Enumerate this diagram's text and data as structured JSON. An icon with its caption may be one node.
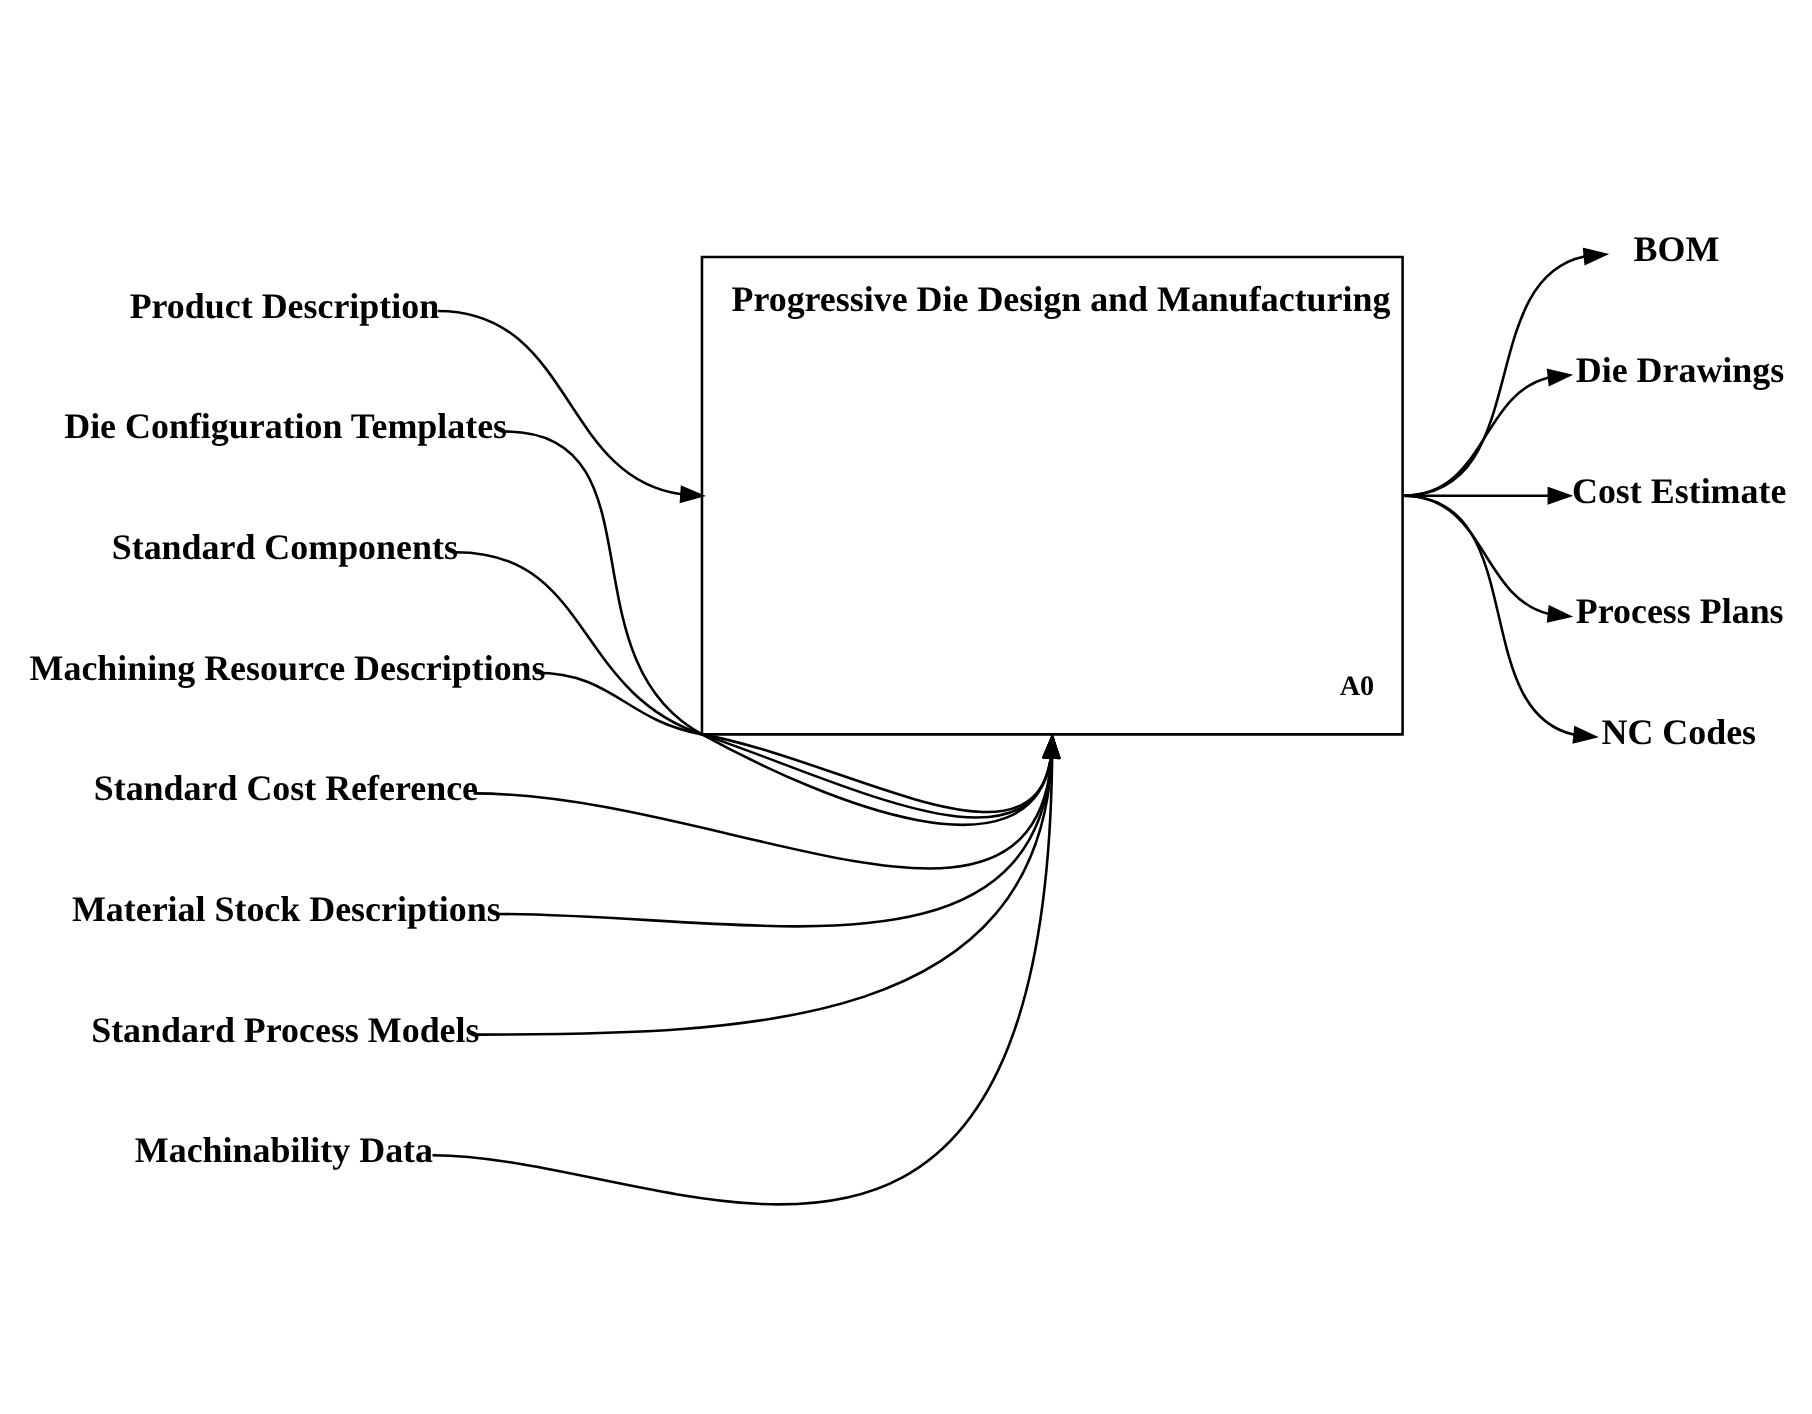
{
  "diagram": {
    "nodes": [
      {
        "text": [
          "Progressive Die Design and Manufacturing",
          "A0"
        ]
      },
      {
        "text": [
          "Product Description"
        ]
      },
      {
        "text": [
          "BOM"
        ]
      },
      {
        "text": [
          "Die Drawings"
        ]
      },
      {
        "text": [
          "Cost Estimate"
        ]
      },
      {
        "text": [
          "Process Plans"
        ]
      },
      {
        "text": [
          "NC Codes"
        ]
      },
      {
        "text": [
          "Die Configuration Templates"
        ]
      },
      {
        "text": [
          "Standard Components"
        ]
      },
      {
        "text": [
          "Machining Resource Descriptions"
        ]
      },
      {
        "text": [
          "Standard Cost Reference"
        ]
      },
      {
        "text": [
          "Material Stock Descriptions"
        ]
      },
      {
        "text": [
          "Standard Process Models"
        ]
      },
      {
        "text": [
          "Machinability Data"
        ]
      }
    ],
    "edges": [
      {
        "from": 1,
        "to": 0,
        "arrow": "to"
      },
      {
        "from": 0,
        "to": 2,
        "arrow": "to"
      },
      {
        "from": 0,
        "to": 3,
        "arrow": "to"
      },
      {
        "from": 0,
        "to": 4,
        "arrow": "to"
      },
      {
        "from": 0,
        "to": 5,
        "arrow": "to"
      },
      {
        "from": 0,
        "to": 6,
        "arrow": "to"
      },
      {
        "from": 7,
        "to": 0,
        "arrow": "to"
      },
      {
        "from": 8,
        "to": 0,
        "arrow": "to"
      },
      {
        "from": 9,
        "to": 0,
        "arrow": "to"
      },
      {
        "from": 10,
        "to": 0,
        "arrow": "to"
      },
      {
        "from": 11,
        "to": 0,
        "arrow": "to"
      },
      {
        "from": 12,
        "to": 0,
        "arrow": "to"
      },
      {
        "from": 13,
        "to": 0,
        "arrow": "to"
      }
    ]
  }
}
